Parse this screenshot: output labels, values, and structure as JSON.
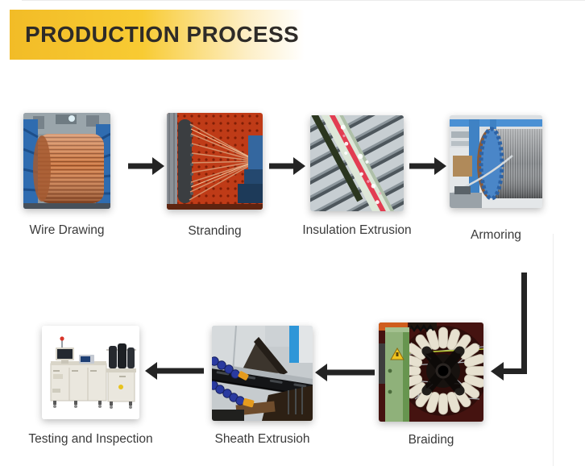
{
  "header": {
    "title": "PRODUCTION PROCESS",
    "band_color_left": "#F2BC27",
    "band_color_right": "#FFFFFF",
    "title_color": "#2E2B28"
  },
  "steps": [
    {
      "label": "Wire Drawing",
      "subject": "copper-wire-coil-machine"
    },
    {
      "label": "Stranding",
      "subject": "wire-stranding-fanout-machine"
    },
    {
      "label": "Insulation Extrusion",
      "subject": "extrusion-cooling-rollers-with-red-cable"
    },
    {
      "label": "Armoring",
      "subject": "steel-wire-spool-with-blue-flange"
    },
    {
      "label": "Braiding",
      "subject": "braiding-machine-bobbin-ring"
    },
    {
      "label": "Sheath Extrusioh",
      "subject": "black-cable-with-coolant-hoses"
    },
    {
      "label": "Testing and Inspection",
      "subject": "testing-cabinet-machine"
    }
  ],
  "flow": {
    "arrow_color": "#242424",
    "row1_direction": "left-to-right",
    "connector": "down-then-left",
    "row2_direction": "right-to-left"
  }
}
